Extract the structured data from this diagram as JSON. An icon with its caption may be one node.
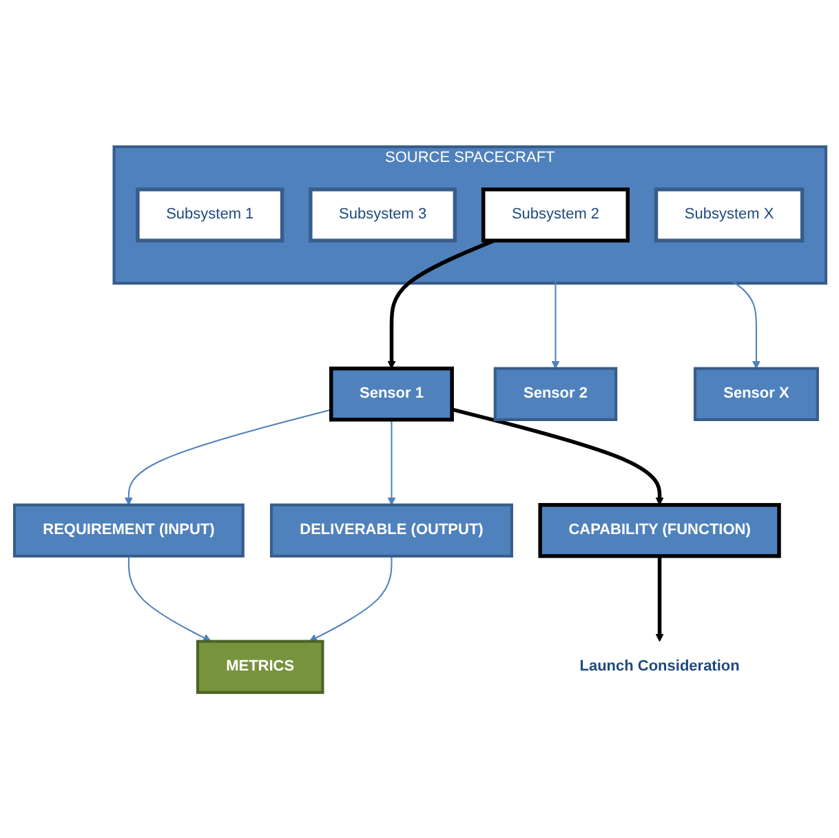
{
  "diagram": {
    "nodes": [
      {
        "text": [
          "SOURCE SPACECRAFT"
        ]
      },
      {
        "text": [
          "Subsystem 1"
        ],
        "in": 0
      },
      {
        "text": [
          "Subsystem 3"
        ],
        "in": 0
      },
      {
        "text": [
          "Subsystem 2"
        ],
        "in": 0
      },
      {
        "text": [
          "Subsystem X"
        ],
        "in": 0
      },
      {
        "text": [
          "Sensor 1"
        ]
      },
      {
        "text": [
          "Sensor 2"
        ]
      },
      {
        "text": [
          "Sensor X"
        ]
      },
      {
        "text": [
          "REQUIREMENT (INPUT)"
        ]
      },
      {
        "text": [
          "CAPABILITY (FUNCTION)"
        ]
      },
      {
        "text": [
          "DELIVERABLE (OUTPUT)"
        ]
      },
      {
        "text": [
          "METRICS"
        ]
      },
      {
        "text": [
          "Launch Consideration"
        ]
      }
    ],
    "edges": [
      {
        "from": 3,
        "to": 5,
        "arrow": "to",
        "style": "thick",
        "color": "#000000"
      },
      {
        "from": 3,
        "to": 6,
        "arrow": "to"
      },
      {
        "from": 3,
        "to": 7,
        "arrow": "to"
      },
      {
        "from": 5,
        "to": 8,
        "arrow": "to"
      },
      {
        "from": 5,
        "to": 9,
        "arrow": "to",
        "style": "thick",
        "color": "#000000"
      },
      {
        "from": 5,
        "to": 10,
        "arrow": "to"
      },
      {
        "from": 8,
        "to": 11,
        "arrow": "to"
      },
      {
        "from": 10,
        "to": 11,
        "arrow": "to"
      },
      {
        "from": 9,
        "to": 12,
        "arrow": "to",
        "style": "thick",
        "color": "#000000"
      }
    ]
  }
}
